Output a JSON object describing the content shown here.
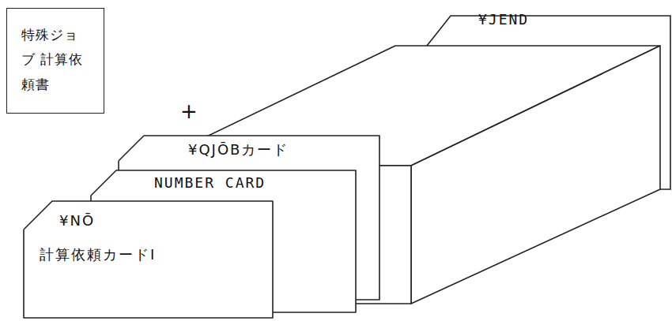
{
  "diagram": {
    "nodes": [
      {
        "text": [
          "特殊ジョブ 計算依頼書"
        ]
      },
      {
        "text": [
          "¥JEND"
        ]
      },
      {
        "text": [
          "¥QJŌBカード"
        ]
      },
      {
        "text": [
          "NUMBER CARD"
        ]
      },
      {
        "text": [
          "¥NŌ",
          "計算依頼カードI"
        ]
      }
    ],
    "labels": [
      "+"
    ]
  }
}
